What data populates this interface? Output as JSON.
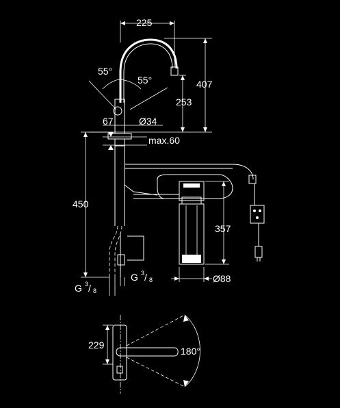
{
  "dimensions": {
    "spout_reach": "225",
    "angle_left": "55°",
    "angle_right": "55°",
    "total_height": "407",
    "spout_height": "253",
    "offset": "67",
    "hole_diameter": "Ø34",
    "max_thickness": "max.60",
    "below_deck": "450",
    "filter_height": "357",
    "thread_left_base": "G",
    "thread_left_num": "3",
    "thread_left_den": "8",
    "thread_right_base": "G",
    "thread_right_num": "3",
    "thread_right_den": "8",
    "filter_diameter": "Ø88",
    "plan_depth": "229",
    "swivel_angle": "180°"
  },
  "colors": {
    "background": "#000000",
    "lines": "#ffffff"
  }
}
